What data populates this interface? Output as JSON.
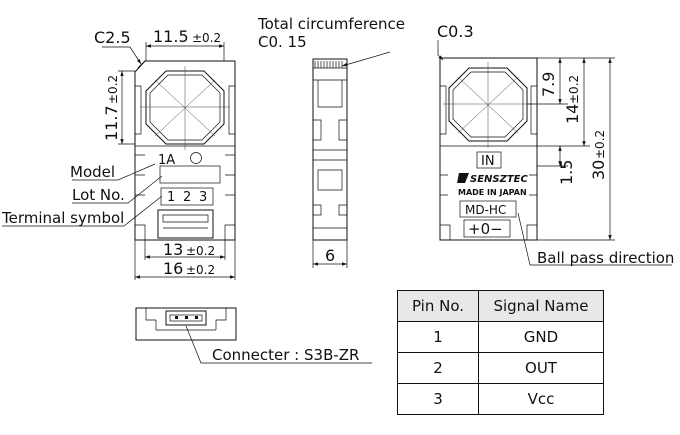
{
  "front_view": {
    "chamfer": "C2.5",
    "width_dim": "11.5",
    "width_tol": "±0.2",
    "height_dim": "11.7",
    "height_tol": "±0.2",
    "model_label": "Model",
    "model_value": "1A",
    "lot_label": "Lot No.",
    "terminal_label": "Terminal symbol",
    "terminal_numbers": [
      "1",
      "2",
      "3"
    ],
    "dim_13": "13",
    "dim_13_tol": "±0.2",
    "dim_16": "16",
    "dim_16_tol": "±0.2"
  },
  "side_view": {
    "note_line1": "Total circumference",
    "note_line2": "C0. 15",
    "width_dim": "6"
  },
  "back_view": {
    "chamfer": "C0.3",
    "dim_79": "7.9",
    "dim_14": "14",
    "dim_14_tol": "±0.2",
    "dim_15": "1.5",
    "dim_30": "30",
    "dim_30_tol": "±0.2",
    "in_label": "IN",
    "brand": "SENSZTEC",
    "made_in": "MADE IN JAPAN",
    "model": "MD-HC",
    "polarity": "+0−",
    "ball_pass": "Ball pass direction"
  },
  "bottom_view": {
    "connector_label": "Connecter : S3B-ZR"
  },
  "pin_table": {
    "headers": [
      "Pin No.",
      "Signal Name"
    ],
    "rows": [
      {
        "pin": "1",
        "signal": "GND"
      },
      {
        "pin": "2",
        "signal": "OUT"
      },
      {
        "pin": "3",
        "signal": "Vcc"
      }
    ]
  }
}
